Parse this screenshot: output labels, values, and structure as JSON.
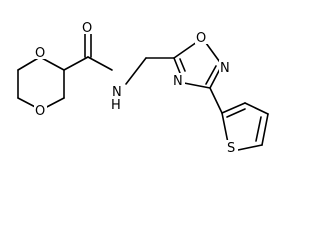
{
  "molecule": {
    "atoms": {
      "o_dioxane_upper": "O",
      "o_dioxane_lower": "O",
      "o_carbonyl": "O",
      "n_amide": "N",
      "h_amide": "H",
      "o_oxadiazole": "O",
      "n_oxadiazole_right": "N",
      "n_oxadiazole_bottom": "N",
      "s_thiophene": "S"
    }
  }
}
